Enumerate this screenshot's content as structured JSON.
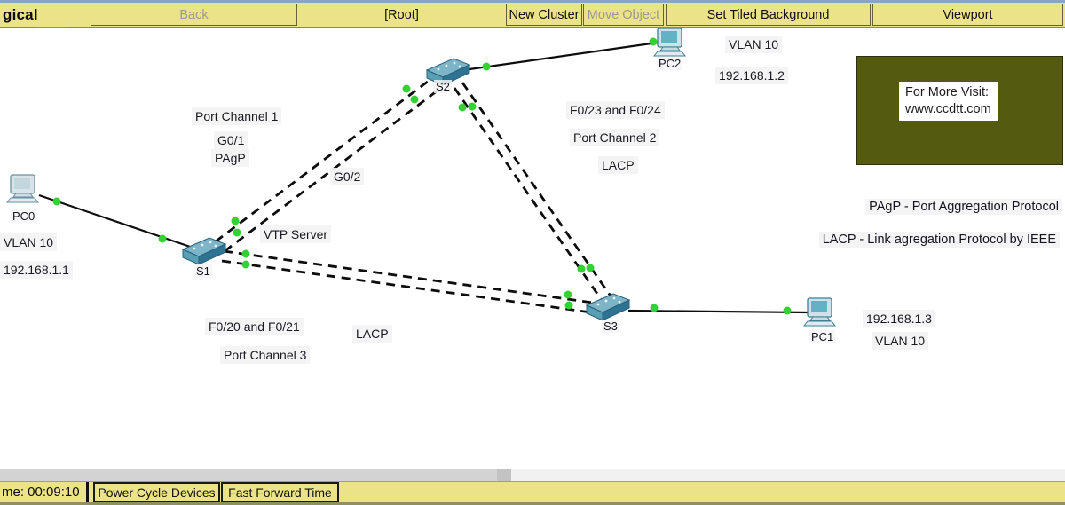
{
  "window": {
    "logical_tab_label": "gical"
  },
  "toolbar": {
    "back": "Back",
    "root": "[Root]",
    "new_cluster": "New Cluster",
    "move_object": "Move Object",
    "set_tiled_background": "Set Tiled Background",
    "viewport": "Viewport"
  },
  "devices": {
    "pc0": "PC0",
    "pc1": "PC1",
    "pc2": "PC2",
    "s1": "S1",
    "s2": "S2",
    "s3": "S3"
  },
  "notes": {
    "port_channel_1": "Port Channel 1",
    "g0_1": "G0/1",
    "pagp": "PAgP",
    "g0_2": "G0/2",
    "vtp_server": "VTP Server",
    "f0_23_24": "F0/23 and F0/24",
    "port_channel_2": "Port Channel 2",
    "lacp_upper": "LACP",
    "vlan10_pc2": "VLAN 10",
    "ip_pc2": "192.168.1.2",
    "vlan10_pc0": "VLAN 10",
    "ip_pc0": "192.168.1.1",
    "f0_20_21": "F0/20 and F0/21",
    "lacp_lower": "LACP",
    "port_channel_3": "Port Channel 3",
    "ip_pc1": "192.168.1.3",
    "vlan10_pc1": "VLAN 10"
  },
  "infobox": {
    "line1": "For More Visit:",
    "line2": "www.ccdtt.com"
  },
  "legend": {
    "pagp": "PAgP - Port Aggregation Protocol",
    "lacp": "LACP - Link agregation Protocol by IEEE"
  },
  "statusbar": {
    "time": "me: 00:09:10",
    "power_cycle": "Power Cycle Devices",
    "fast_forward": "Fast Forward Time"
  },
  "colors": {
    "toolbar_bg": "#ece287",
    "infobox_bg": "#545b10",
    "link_up_green": "#33d133",
    "switch_teal": "#6fadc2"
  }
}
